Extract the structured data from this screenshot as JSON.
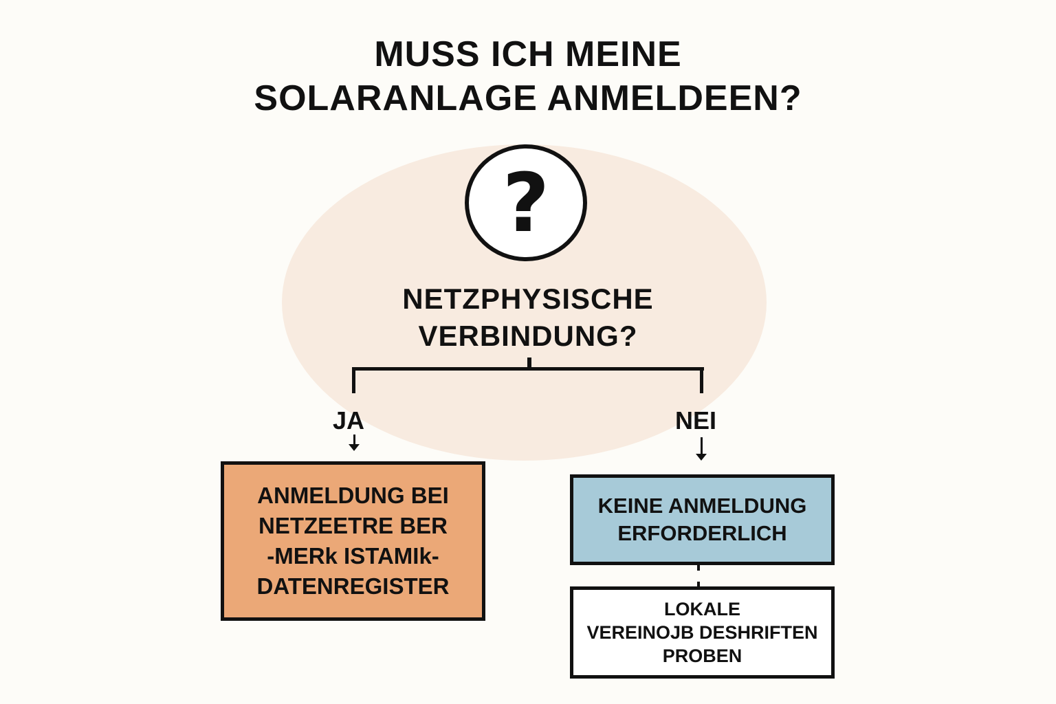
{
  "title": {
    "line1": "MUSS ICH MEINE",
    "line2": "SOLARANLAGE ANMELDEEN?"
  },
  "center_icon": {
    "name": "question-mark-icon",
    "glyph": "?"
  },
  "question": {
    "line1": "NETZPHYSISCHE",
    "line2": "VERBINDUNG?"
  },
  "branches": {
    "yes": {
      "label": "JA",
      "box_lines": [
        "ANMELDUNG BEI",
        "NETZEETRE BER",
        "-MERk ISTAMIk-",
        "DATENREGISTER"
      ],
      "color": "#eba877"
    },
    "no": {
      "label": "NEI",
      "box_lines": [
        "KEINE ANMELDUNG",
        "ERFORDERLICH"
      ],
      "color": "#a7cad8",
      "followup_lines": [
        "LOKALE",
        "VEREINOJB DESHRIFTEN",
        "PROBEN"
      ]
    }
  },
  "colors": {
    "background": "#fdfcf8",
    "blob": "#f8ebe0",
    "line": "#111111"
  }
}
